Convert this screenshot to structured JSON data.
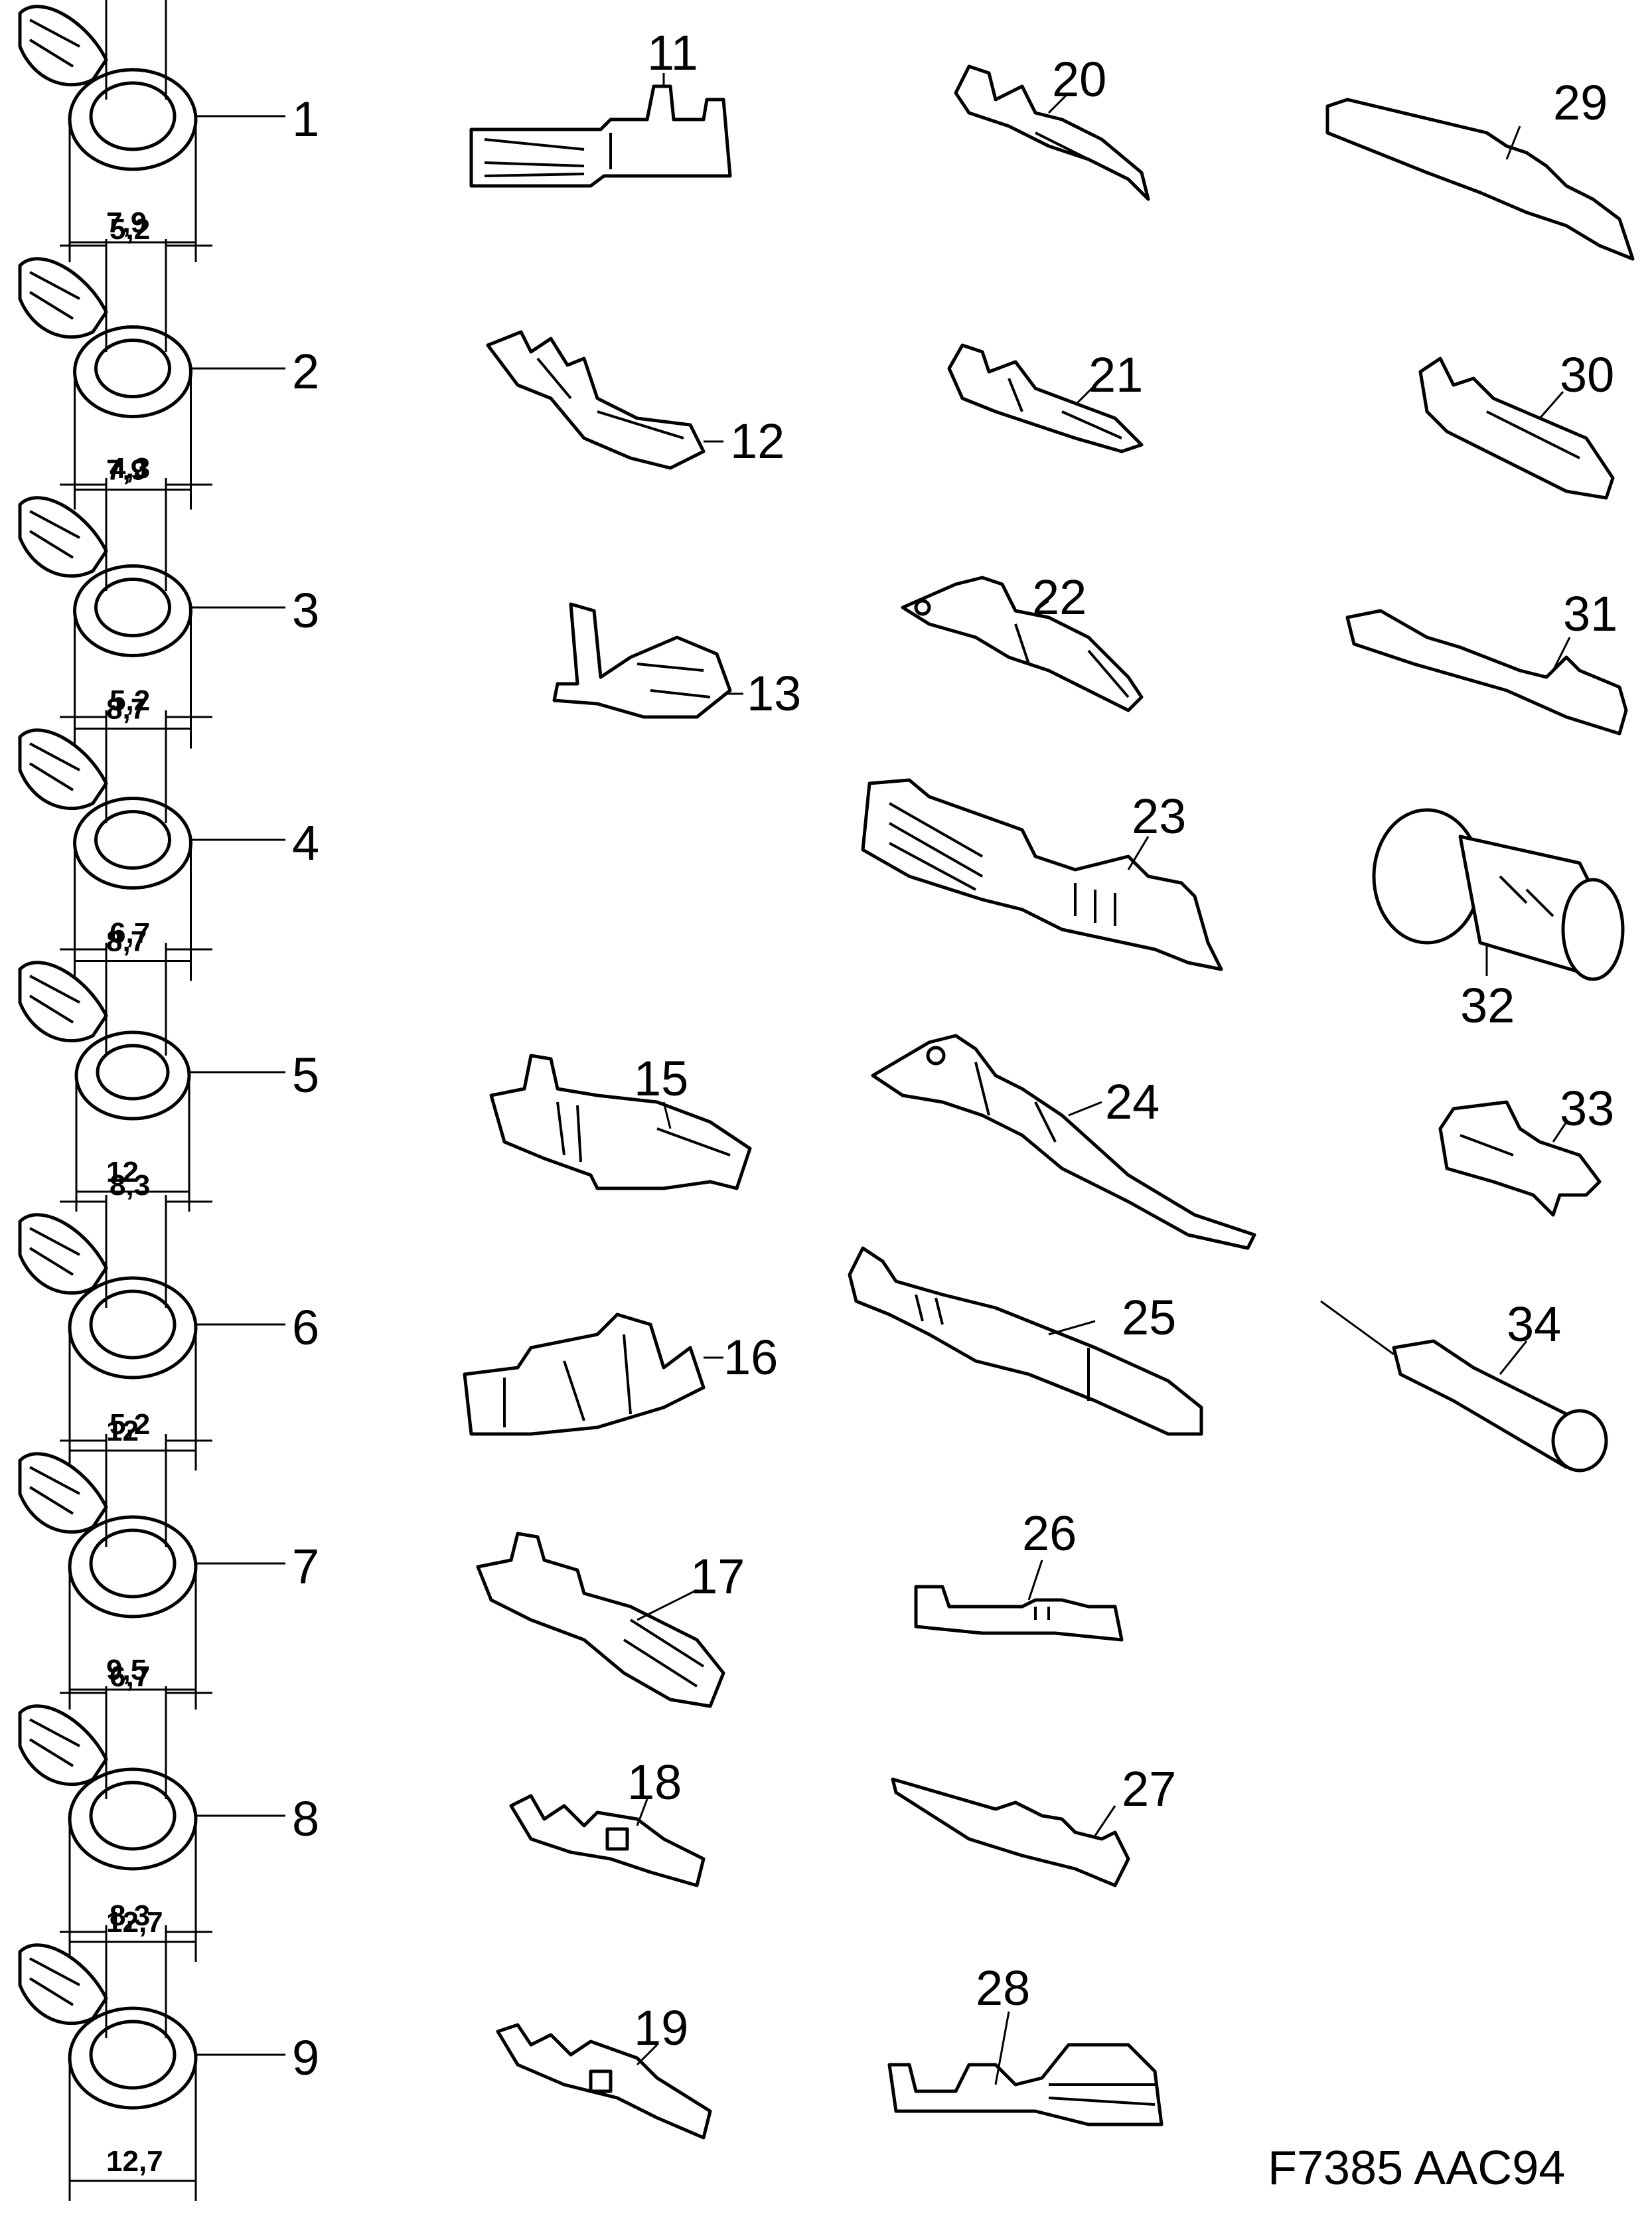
{
  "drawing_code": "F7385 AAC94",
  "ring_terminals": [
    {
      "label": "1",
      "stud": "4,3",
      "width": "7,9"
    },
    {
      "label": "2",
      "stud": "5,2",
      "width": "7,9"
    },
    {
      "label": "3",
      "stud": "4,3",
      "width": "8,7"
    },
    {
      "label": "4",
      "stud": "5,2",
      "width": "8,7"
    },
    {
      "label": "5",
      "stud": "6,7",
      "width": "12"
    },
    {
      "label": "6",
      "stud": "8,3",
      "width": "12"
    },
    {
      "label": "7",
      "stud": "5,2",
      "width": "9,5"
    },
    {
      "label": "8",
      "stud": "6,7",
      "width": "12,7"
    },
    {
      "label": "9",
      "stud": "8,3",
      "width": "12,7"
    }
  ],
  "terminals_col2": [
    "11",
    "12",
    "13",
    "15",
    "16",
    "17",
    "18",
    "19"
  ],
  "terminals_col3": [
    "20",
    "21",
    "22",
    "23",
    "24",
    "25",
    "26",
    "27",
    "28"
  ],
  "terminals_col4": [
    "29",
    "30",
    "31",
    "32",
    "33",
    "34"
  ]
}
